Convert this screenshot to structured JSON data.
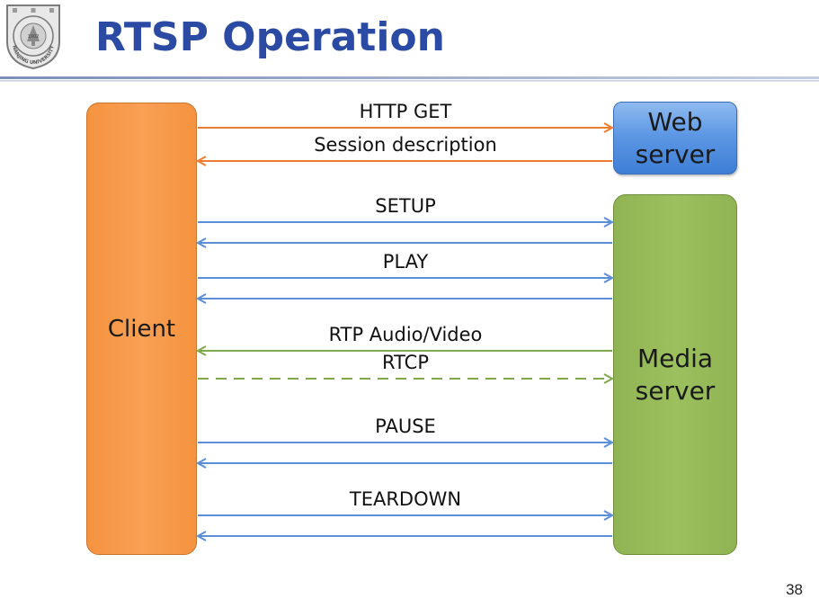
{
  "slide": {
    "title": "RTSP Operation",
    "page_number": "38"
  },
  "logo": {
    "text_top": "NANJING UNIVERSITY",
    "year": "1902"
  },
  "boxes": {
    "client": "Client",
    "web_server": "Web server",
    "media_server": "Media server"
  },
  "messages": [
    {
      "label": "HTTP GET",
      "direction": "to-server",
      "color": "#ed7d31",
      "style": "solid"
    },
    {
      "label": "Session description",
      "direction": "to-client",
      "color": "#ed7d31",
      "style": "solid"
    },
    {
      "label": "SETUP",
      "direction": "to-server",
      "color": "#5b8fd6",
      "style": "solid"
    },
    {
      "label": "",
      "direction": "to-client",
      "color": "#5b8fd6",
      "style": "solid"
    },
    {
      "label": "PLAY",
      "direction": "to-server",
      "color": "#5b8fd6",
      "style": "solid"
    },
    {
      "label": "",
      "direction": "to-client",
      "color": "#5b8fd6",
      "style": "solid"
    },
    {
      "label": "RTP Audio/Video",
      "direction": "to-client",
      "color": "#7faa49",
      "style": "solid"
    },
    {
      "label": "RTCP",
      "direction": "to-server",
      "color": "#7faa49",
      "style": "dashed"
    },
    {
      "label": "PAUSE",
      "direction": "to-server",
      "color": "#5b8fd6",
      "style": "solid"
    },
    {
      "label": "",
      "direction": "to-client",
      "color": "#5b8fd6",
      "style": "solid"
    },
    {
      "label": "TEARDOWN",
      "direction": "to-server",
      "color": "#5b8fd6",
      "style": "solid"
    },
    {
      "label": "",
      "direction": "to-client",
      "color": "#5b8fd6",
      "style": "solid"
    }
  ]
}
